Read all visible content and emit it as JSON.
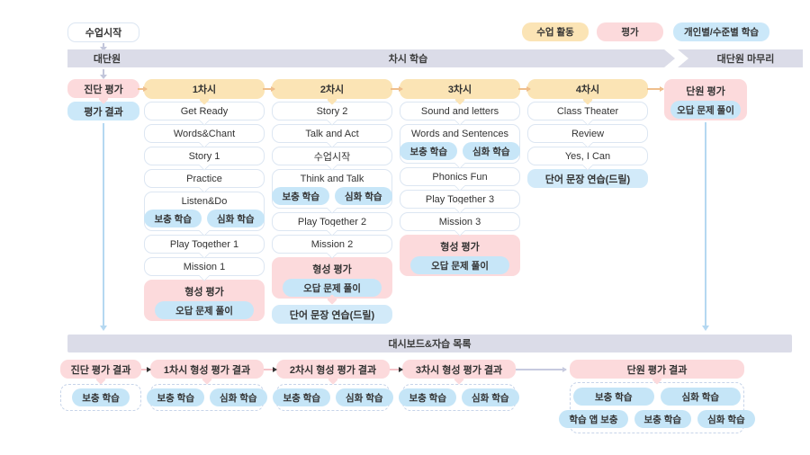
{
  "start": {
    "label": "수업시작"
  },
  "legend": [
    {
      "label": "수업 활동"
    },
    {
      "label": "평가"
    },
    {
      "label": "개인별/수준별 학습"
    }
  ],
  "flow_bar": {
    "left": "대단원",
    "center": "차시 학습",
    "right": "대단원 마무리"
  },
  "diagnostic": {
    "label": "진단 평가",
    "result": "평가 결과"
  },
  "sessions": [
    {
      "header": "1차시",
      "items": [
        "Get Ready",
        "Words&Chant",
        "Story 1",
        "Practice",
        {
          "label": "Listen&Do",
          "pills": [
            "보충 학습",
            "심화 학습"
          ]
        },
        "Play Together 1",
        "Mission 1",
        {
          "label": "형성 평가",
          "pill": "오답 문제 풀이"
        }
      ]
    },
    {
      "header": "2차시",
      "items": [
        "Story 2",
        "Talk and Act",
        "수업시작",
        {
          "label": "Think and Talk",
          "pills": [
            "보충 학습",
            "심화 학습"
          ]
        },
        "Play Together 2",
        "Mission 2",
        {
          "label": "형성 평가",
          "pill": "오답 문제 풀이"
        },
        {
          "label": "단어 문장 연습(드릴)"
        }
      ]
    },
    {
      "header": "3차시",
      "items": [
        "Sound and letters",
        {
          "label": "Words and Sentences",
          "pills": [
            "보충 학습",
            "심화 학습"
          ]
        },
        "Phonics Fun",
        "Play Together 3",
        "Mission 3",
        {
          "label": "형성 평가",
          "pill": "오답 문제 풀이"
        }
      ]
    },
    {
      "header": "4차시",
      "items": [
        "Class Theater",
        "Review",
        "Yes, I Can",
        {
          "label": "단어 문장 연습(드릴)"
        }
      ]
    }
  ],
  "unit_assessment": {
    "label": "단원 평가",
    "pill": "오답 문제 풀이"
  },
  "dashboard": {
    "label": "대시보드&자습 목록"
  },
  "results": [
    {
      "label": "진단 평가 결과",
      "pills": [
        "보충 학습"
      ]
    },
    {
      "label": "1차시 형성 평가 결과",
      "pills": [
        "보충 학습",
        "심화 학습"
      ]
    },
    {
      "label": "2차시 형성 평가 결과",
      "pills": [
        "보충 학습",
        "심화 학습"
      ]
    },
    {
      "label": "3차시 형성 평가 결과",
      "pills": [
        "보충 학습",
        "심화 학습"
      ]
    },
    {
      "label": "단원 평가 결과",
      "rows": [
        [
          "보충 학습",
          "심화 학습"
        ],
        [
          "학습 앱 보충",
          "보충 학습",
          "심화 학습"
        ]
      ]
    }
  ],
  "colors": {
    "activity_yellow": "#fbe4b5",
    "assessment_pink": "#fcdadc",
    "individual_blue": "#c7e6f8",
    "phase_gray": "#dbdce8"
  }
}
